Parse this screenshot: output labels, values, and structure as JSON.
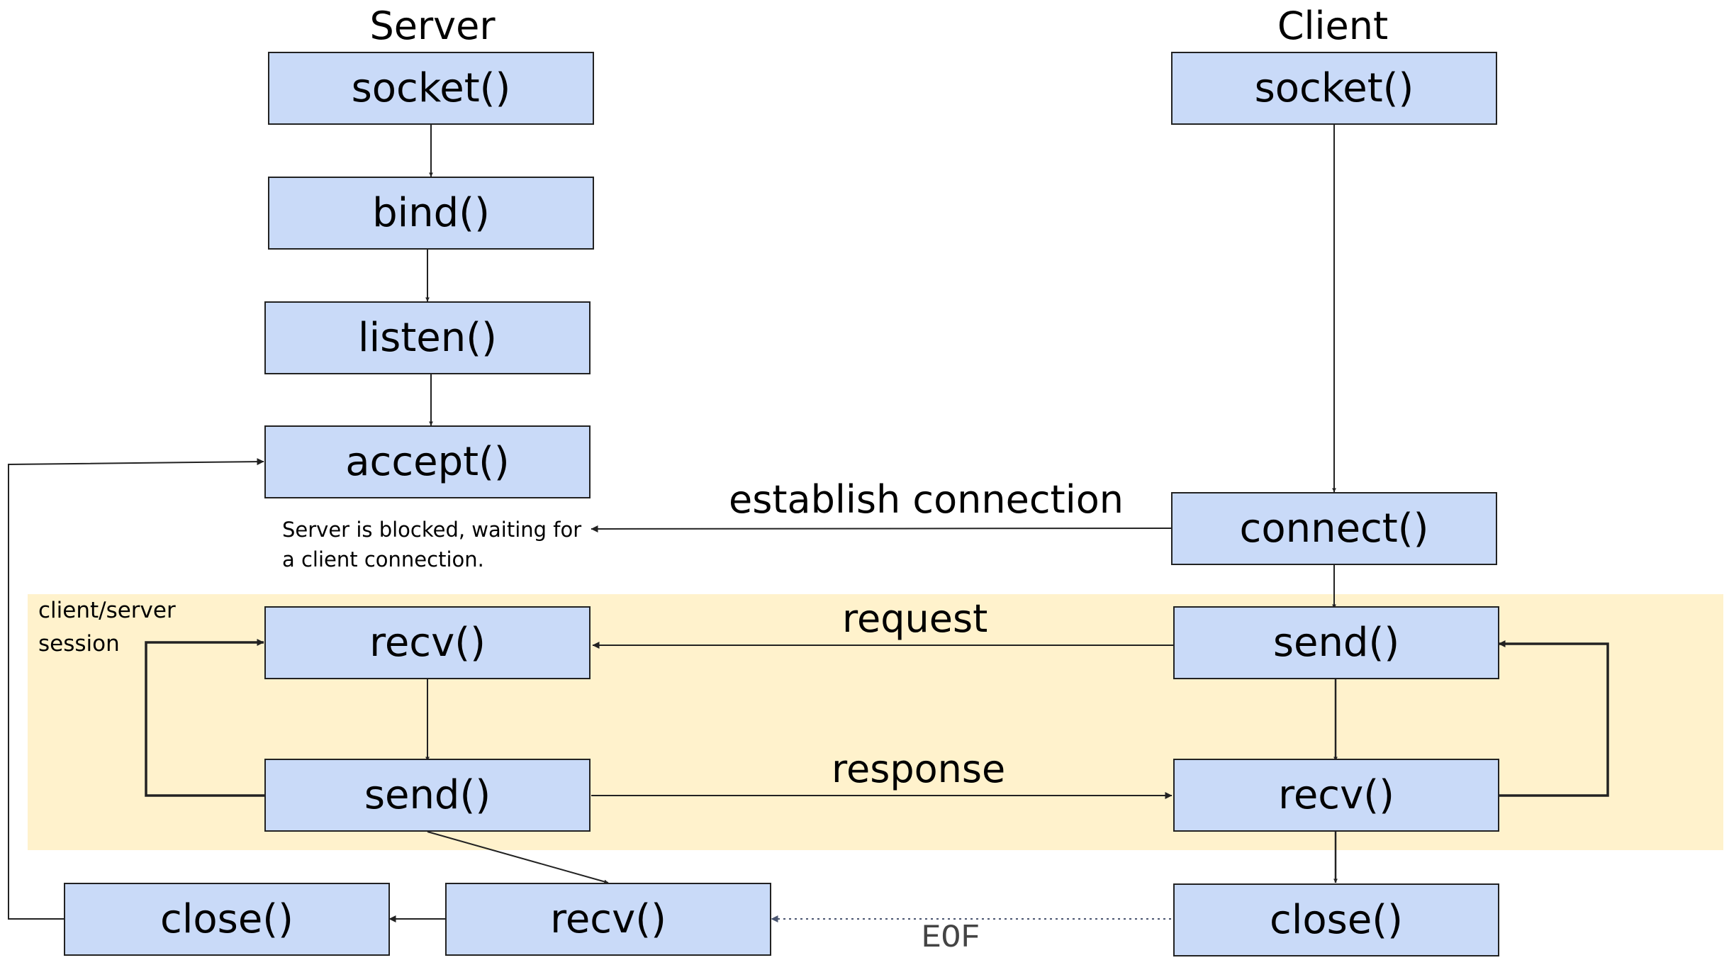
{
  "columns": {
    "server": "Server",
    "client": "Client"
  },
  "server_boxes": {
    "socket": "socket()",
    "bind": "bind()",
    "listen": "listen()",
    "accept": "accept()",
    "recv": "recv()",
    "send": "send()",
    "recv_final": "recv()",
    "close": "close()"
  },
  "client_boxes": {
    "socket": "socket()",
    "connect": "connect()",
    "send": "send()",
    "recv": "recv()",
    "close": "close()"
  },
  "labels": {
    "establish": "establish connection",
    "request": "request",
    "response": "response",
    "eof": "EOF"
  },
  "notes": {
    "blocked_line1": "Server is blocked, waiting for",
    "blocked_line2": "a client connection.",
    "session_line1": "client/server",
    "session_line2": "session"
  },
  "colors": {
    "box_fill": "#c9daf8",
    "session_fill": "#fff2cc",
    "stroke": "#222222",
    "eof_stroke": "#4a5570"
  }
}
